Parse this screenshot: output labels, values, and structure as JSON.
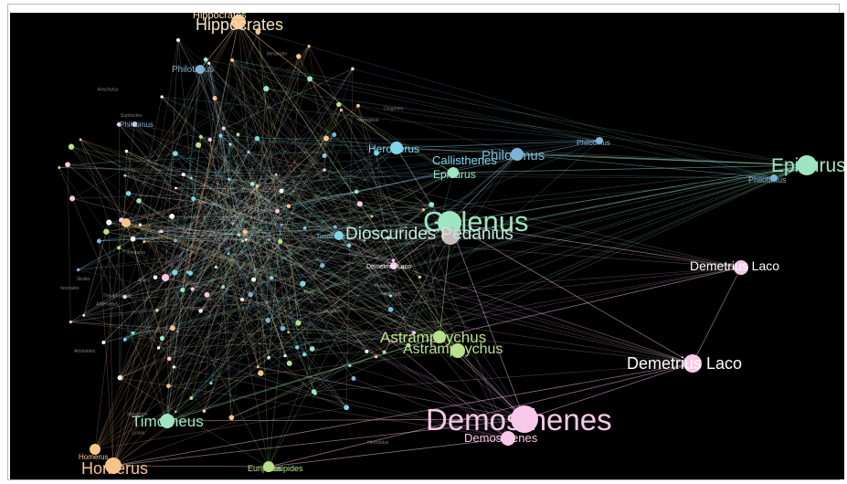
{
  "colors": {
    "background": "#000000",
    "cyan": "#7fd6e6",
    "blue": "#7fb3d5",
    "mint": "#9ee6c2",
    "green": "#b8e08c",
    "peach": "#f7c38a",
    "pink": "#f8c8e8",
    "white": "#ffffff"
  },
  "big_labels": [
    {
      "text": "Hippocrates",
      "color": "#f7e0c0"
    },
    {
      "text": "Hippocrates",
      "color": "#f7e0c0"
    },
    {
      "text": "Philotimus",
      "color": "#7fb3d5"
    },
    {
      "text": "Philotimus",
      "color": "#7fb3d5"
    },
    {
      "text": "Herodorus",
      "color": "#7fd6e6"
    },
    {
      "text": "Philotimus",
      "color": "#7fb3d5"
    },
    {
      "text": "Callisthenes",
      "color": "#7fd6e6"
    },
    {
      "text": "Epicurus",
      "color": "#9ee6c2"
    },
    {
      "text": "Philotimus",
      "color": "#7fb3d5"
    },
    {
      "text": "Epicurus",
      "color": "#9ee6c2"
    },
    {
      "text": "Philotimus",
      "color": "#7fb3d5"
    },
    {
      "text": "Galenus",
      "color": "#9ee6c2"
    },
    {
      "text": "Dioscurides Pedanius",
      "color": "#bfe8d8"
    },
    {
      "text": "Demetrius Laco",
      "color": "#ffffff"
    },
    {
      "text": "Demetrius Laco",
      "color": "#ffffff"
    },
    {
      "text": "Astrampsychus",
      "color": "#b8e08c"
    },
    {
      "text": "Astrampsychus",
      "color": "#b8e08c"
    },
    {
      "text": "Timotheus",
      "color": "#9ee6c2"
    },
    {
      "text": "Demosthenes",
      "color": "#f8c8e8"
    },
    {
      "text": "Demosthenes",
      "color": "#f8c8e8"
    },
    {
      "text": "Homerus",
      "color": "#f7c38a"
    },
    {
      "text": "Homerus",
      "color": "#f7c38a"
    },
    {
      "text": "Euripides",
      "color": "#b8e08c"
    },
    {
      "text": "Euripides",
      "color": "#b8e08c"
    },
    {
      "text": "Demetrius Laco",
      "color": "#ffffff"
    },
    {
      "text": "Timotheus",
      "color": "#7fd6e6"
    }
  ],
  "small_label_texts": [
    "Aelius",
    "Plato",
    "Aristoteles",
    "Hermippus",
    "Theophrastus",
    "Xenophon",
    "Plutarchus",
    "Lucianus",
    "Strabo",
    "Athenaeus",
    "Pindarus",
    "Sophocles",
    "Thucydides",
    "Herodotus",
    "Menander",
    "Aeschylus",
    "Diogenes",
    "Polybius",
    "Isocrates",
    "Lysias"
  ]
}
